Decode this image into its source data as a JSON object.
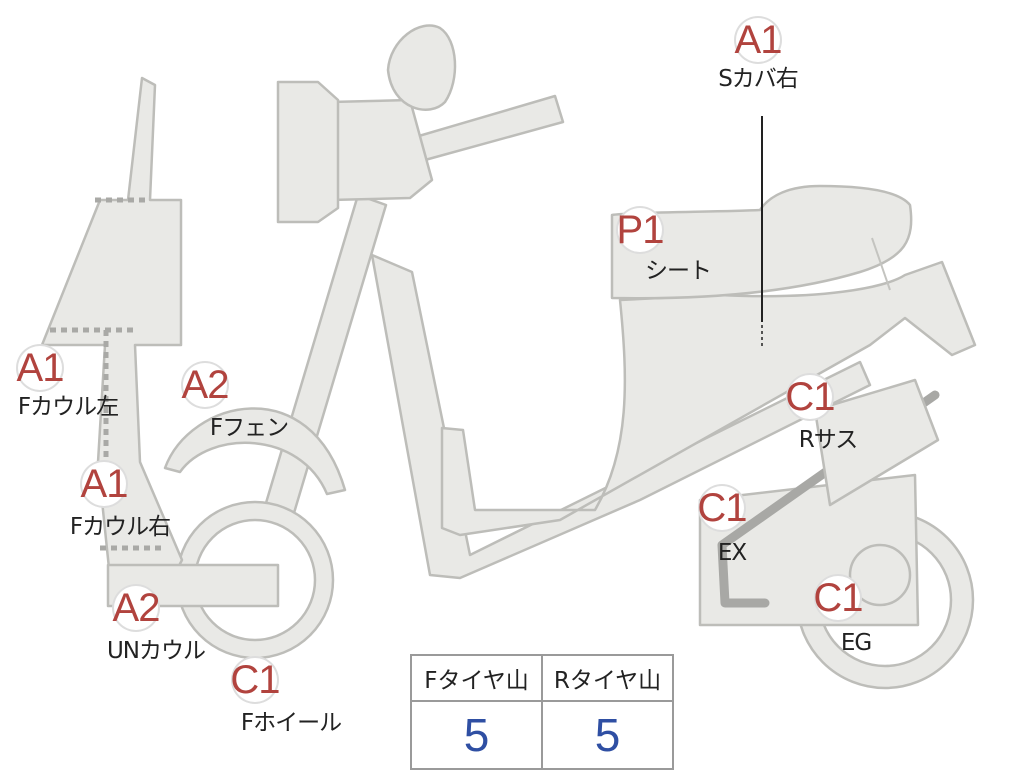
{
  "markers": [
    {
      "id": "s-cover-right",
      "grade": "A1",
      "label": "Sカバ右"
    },
    {
      "id": "seat",
      "grade": "P1",
      "label": "シート"
    },
    {
      "id": "f-cowl-left",
      "grade": "A1",
      "label": "Fカウル左"
    },
    {
      "id": "f-fender",
      "grade": "A2",
      "label": "Fフェン"
    },
    {
      "id": "f-cowl-right",
      "grade": "A1",
      "label": "Fカウル右"
    },
    {
      "id": "r-suspension",
      "grade": "C1",
      "label": "Rサス"
    },
    {
      "id": "exhaust",
      "grade": "C1",
      "label": "EX"
    },
    {
      "id": "engine",
      "grade": "C1",
      "label": "EG"
    },
    {
      "id": "under-cowl",
      "grade": "A2",
      "label": "UNカウル"
    },
    {
      "id": "f-wheel",
      "grade": "C1",
      "label": "Fホイール"
    }
  ],
  "tire_tread": {
    "front_header": "Fタイヤ山",
    "rear_header": "Rタイヤ山",
    "front_value": "5",
    "rear_value": "5"
  }
}
